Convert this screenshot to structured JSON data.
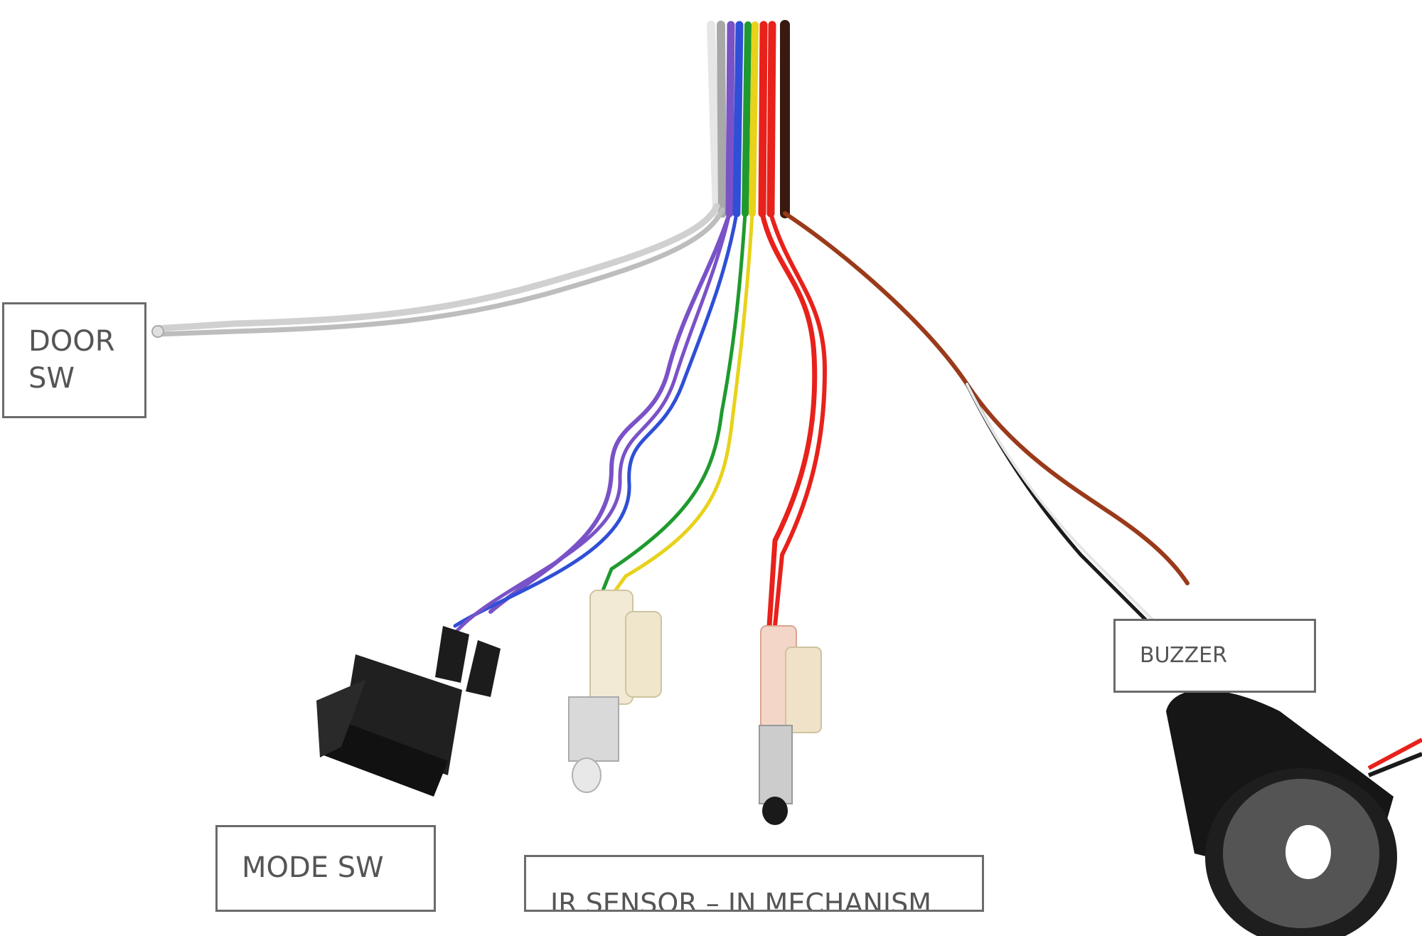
{
  "labels": {
    "door_sw": [
      "DOOR",
      "SW"
    ],
    "buzzer": "BUZZER",
    "mode_sw": "MODE SW",
    "ir_sensor": "IR SENSOR – IN MECHANISM"
  },
  "colors": {
    "background": "#ffffff",
    "label_border": "#6b6b6b",
    "label_text": "#555555",
    "wire_white": "#d8d8d8",
    "wire_gray": "#9e9e9e",
    "wire_purple": "#7a52c7",
    "wire_blue": "#2f4fd6",
    "wire_green": "#1f9a2e",
    "wire_yellow": "#e8d21a",
    "wire_red": "#e8211b",
    "wire_brown": "#9a3a1a",
    "wire_black": "#1a1a1a"
  }
}
